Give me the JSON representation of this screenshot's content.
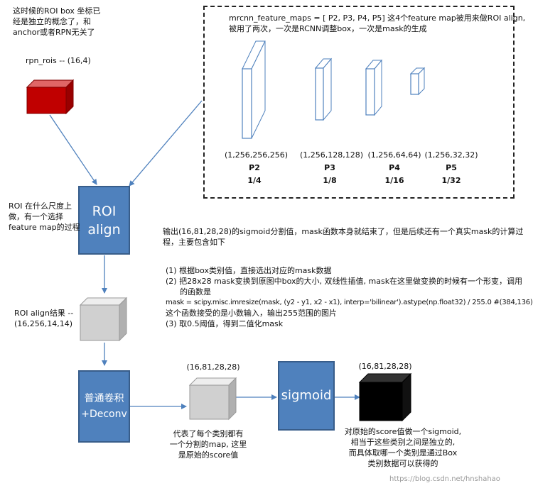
{
  "left_note": {
    "lines": [
      "这时候的ROI box 坐标已",
      "经是独立的概念了，和",
      "anchor或者RPN无关了"
    ]
  },
  "rpn_rois": {
    "label": "rpn_rois -- (16,4)"
  },
  "roi_align": {
    "title_line1": "ROI",
    "title_line2": "align",
    "note_lines": [
      "ROI 在什么尺度上",
      "做，有一个选择",
      "feature map的过程"
    ]
  },
  "roi_align_result": {
    "lines": [
      "ROI align结果 --",
      "(16,256,14,14)"
    ]
  },
  "feature_maps": {
    "header_line1": "mrcnn_feature_maps = [ P2, P3, P4, P5] 这4个feature map被用来做ROI align,",
    "header_line2": "被用了两次，一次是RCNN调整box，一次是mask的生成",
    "maps": [
      {
        "shape": "(1,256,256,256)",
        "name": "P2",
        "scale": "1/4"
      },
      {
        "shape": "(1,256,128,128)",
        "name": "P3",
        "scale": "1/8"
      },
      {
        "shape": "(1,256,64,64)",
        "name": "P4",
        "scale": "1/16"
      },
      {
        "shape": "(1,256,32,32)",
        "name": "P5",
        "scale": "1/32"
      }
    ]
  },
  "explanation": {
    "intro_line1": "输出(16,81,28,28)的sigmoid分割值，mask函数本身就结束了，但是后续还有一个真实mask的计算过",
    "intro_line2": "程，主要包含如下",
    "step1": "(1)  根据box类别值，直接选出对应的mask数据",
    "step2_line1": "(2)  把28x28 mask变换到原图中box的大小, 双线性插值, mask在这里做变换的时候有一个形变，调用",
    "step2_line2": "的函数是",
    "code_line": "mask = scipy.misc.imresize(mask, (y2 - y1, x2 - x1), interp='bilinear').astype(np.float32) / 255.0 #(384,136)",
    "note_line": "这个函数接受的是小数输入，输出255范围的图片",
    "step3": "(3)  取0.5阈值，得到二值化mask"
  },
  "conv_box": {
    "line1": "普通卷积",
    "line2": "+Deconv"
  },
  "score_cube": {
    "shape": "(16,81,28,28)",
    "note_lines": [
      "代表了每个类别都有",
      "一个分割的map, 这里",
      "是原始的score值"
    ]
  },
  "sigmoid_box": {
    "label": "sigmoid"
  },
  "output_cube": {
    "shape": "(16,81,28,28)",
    "note_lines": [
      "对原始的score值做一个sigmoid,",
      "相当于这些类别之间是独立的,",
      "而具体取哪一个类别是通过Box",
      "类别数据可以获得的"
    ]
  },
  "watermark": "https://blog.csdn.net/hnshahao",
  "colors": {
    "blue_fill": "#4f81bd",
    "blue_border": "#385d8a",
    "red_cube": "#c00000",
    "gray_cube": "#d0d0d0",
    "black_cube": "#000000",
    "arrow": "#4f81bd"
  }
}
